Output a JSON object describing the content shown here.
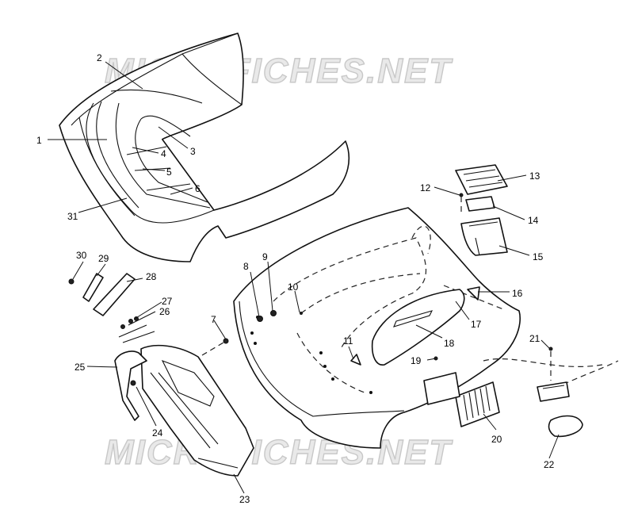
{
  "watermark": {
    "text": "MICROFICHES.NET"
  },
  "callouts": [
    "1",
    "2",
    "3",
    "4",
    "5",
    "6",
    "7",
    "8",
    "9",
    "10",
    "11",
    "12",
    "13",
    "14",
    "15",
    "16",
    "17",
    "18",
    "19",
    "20",
    "21",
    "22",
    "23",
    "24",
    "25",
    "26",
    "27",
    "28",
    "29",
    "30",
    "31"
  ]
}
